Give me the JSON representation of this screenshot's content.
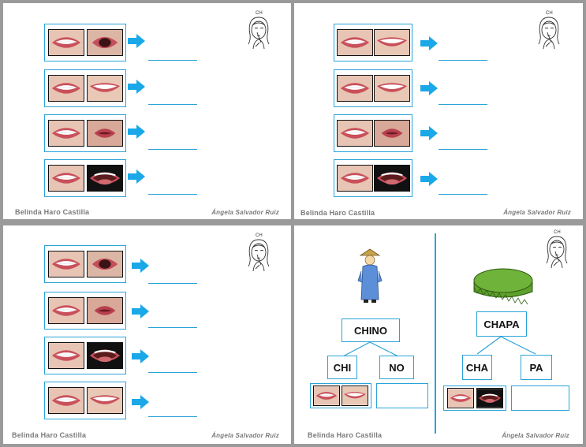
{
  "footer": {
    "left": "Belinda Haro Castilla",
    "right": "Ángela Salvador Ruiz"
  },
  "girl_tag": "CH",
  "words": {
    "chino": {
      "word": "CHINO",
      "syllables": [
        "CHI",
        "NO"
      ]
    },
    "chapa": {
      "word": "CHAPA",
      "syllables": [
        "CHA",
        "PA"
      ]
    }
  },
  "colors": {
    "accent": "#2aa3d8",
    "arrow": "#1aa8e8",
    "bottlecap": "#6fb33a"
  },
  "icons": [
    "mouth-photo",
    "arrow-right-icon",
    "girl-pointing-icon",
    "chinese-man-icon",
    "bottle-cap-icon"
  ]
}
